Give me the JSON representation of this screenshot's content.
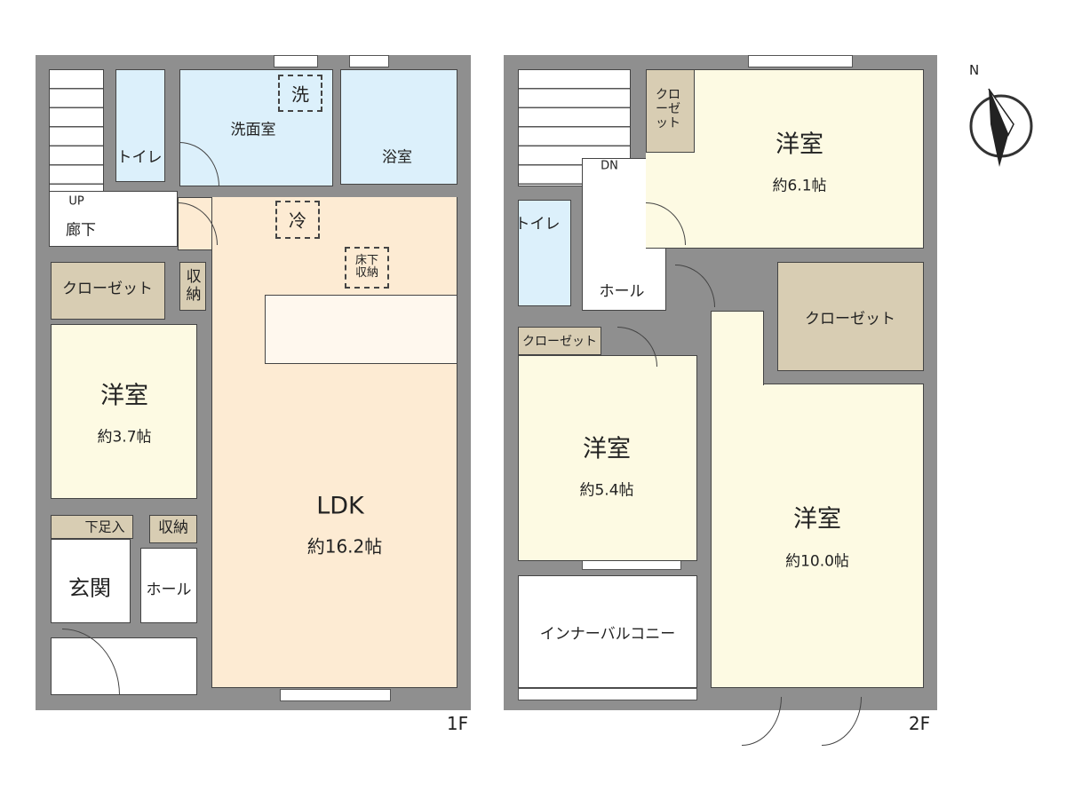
{
  "floor1": {
    "label": "1F",
    "rooms": {
      "stairs_up": "UP",
      "corridor": "廊下",
      "toilet": "トイレ",
      "washroom": "洗面室",
      "washer": "洗",
      "bathroom": "浴室",
      "fridge": "冷",
      "underfloor": "床下収納",
      "closet": "クローゼット",
      "storage_small": "収納",
      "western_room": "洋室",
      "western_room_size": "約3.7帖",
      "ldk": "LDK",
      "ldk_size": "約16.2帖",
      "shoe_storage": "下足入",
      "storage_hall": "収納",
      "entrance": "玄関",
      "hall": "ホール"
    }
  },
  "floor2": {
    "label": "2F",
    "rooms": {
      "stairs_down": "DN",
      "closet_vertical": "クローゼット",
      "western_room_a": "洋室",
      "western_room_a_size": "約6.1帖",
      "toilet": "トイレ",
      "hall": "ホール",
      "closet_large": "クローゼット",
      "closet_small": "クローゼット",
      "western_room_b": "洋室",
      "western_room_b_size": "約5.4帖",
      "western_room_c": "洋室",
      "western_room_c_size": "約10.0帖",
      "inner_balcony": "インナーバルコニー"
    }
  },
  "compass": {
    "north": "N"
  },
  "colors": {
    "wall": "#8f8f8f",
    "wet": "#dcf0fb",
    "ldk": "#fdebd3",
    "bedroom": "#fdfae3",
    "closet": "#d8cdb3"
  }
}
